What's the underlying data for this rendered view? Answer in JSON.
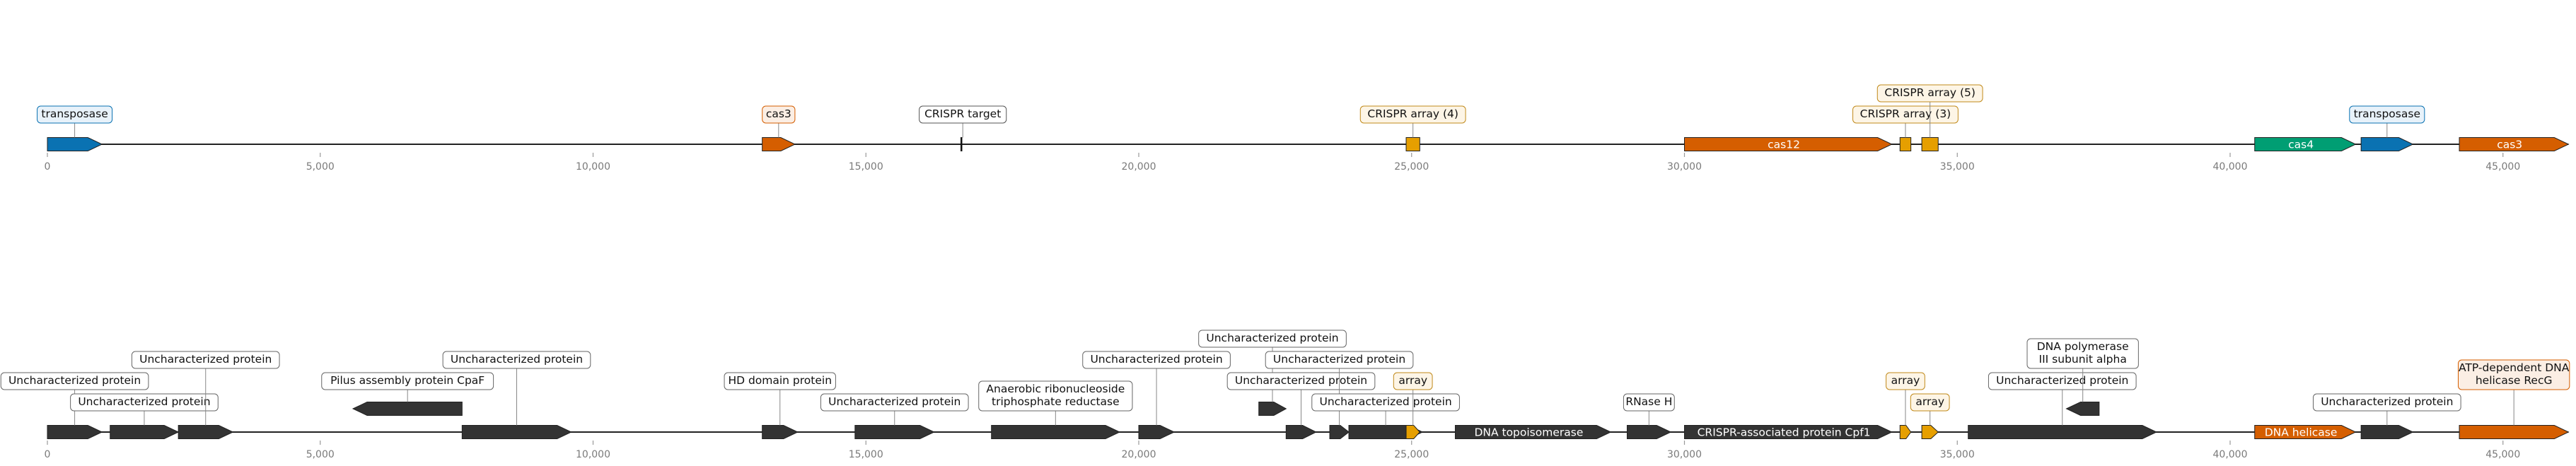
{
  "track1": {
    "ticks": [
      "0",
      "5,000",
      "10,000",
      "15,000",
      "20,000",
      "25,000",
      "30,000",
      "35,000",
      "40,000",
      "45,000"
    ],
    "features": [
      {
        "id": "t1-transposase-1",
        "start": 0,
        "end": 1000,
        "type": "gene",
        "color": "#0a72b2",
        "label": "transposase",
        "label_level": 0,
        "label_bg": "#e8f2fa",
        "label_border": "#0a72b2"
      },
      {
        "id": "t1-cas3-1",
        "start": 13100,
        "end": 13700,
        "type": "gene",
        "color": "#d55e00",
        "label": "cas3",
        "label_level": 0,
        "label_bg": "#fbeee4",
        "label_border": "#d55e00"
      },
      {
        "id": "t1-crispr-target",
        "start": 16750,
        "end": 16800,
        "type": "mark",
        "color": "#111111",
        "label": "CRISPR target",
        "label_level": 0,
        "label_bg": "#ffffff",
        "label_border": "#555555"
      },
      {
        "id": "t1-crispr-array-4",
        "start": 24900,
        "end": 25150,
        "type": "box",
        "color": "#e69f00",
        "label": "CRISPR array (4)",
        "label_level": 0,
        "label_bg": "#fdf5e6",
        "label_border": "#c18a1b"
      },
      {
        "id": "t1-cas12",
        "start": 30000,
        "end": 33800,
        "type": "gene",
        "color": "#d55e00",
        "label": "cas12",
        "inside": true,
        "text_color": "#ffffff"
      },
      {
        "id": "t1-crispr-array-3",
        "start": 33950,
        "end": 34150,
        "type": "box",
        "color": "#e69f00",
        "label": "CRISPR array (3)",
        "label_level": 0,
        "label_bg": "#fdf5e6",
        "label_border": "#c18a1b"
      },
      {
        "id": "t1-crispr-array-5",
        "start": 34350,
        "end": 34650,
        "type": "box",
        "color": "#e69f00",
        "label": "CRISPR array (5)",
        "label_level": 1,
        "label_bg": "#fdf5e6",
        "label_border": "#c18a1b"
      },
      {
        "id": "t1-cas4",
        "start": 40450,
        "end": 42300,
        "type": "gene",
        "color": "#009e73",
        "label": "cas4",
        "inside": true,
        "text_color": "#ffffff"
      },
      {
        "id": "t1-transposase-2",
        "start": 42400,
        "end": 43350,
        "type": "gene",
        "color": "#0a72b2",
        "label": "transposase",
        "label_level": 0,
        "label_bg": "#e8f2fa",
        "label_border": "#0a72b2"
      },
      {
        "id": "t1-cas3-2",
        "start": 44200,
        "end": 46200,
        "type": "gene",
        "color": "#d55e00",
        "label": "cas3",
        "inside": true,
        "text_color": "#ffffff"
      }
    ]
  },
  "track2": {
    "ticks": [
      "0",
      "5,000",
      "10,000",
      "15,000",
      "20,000",
      "25,000",
      "30,000",
      "35,000",
      "40,000",
      "45,000"
    ],
    "features": [
      {
        "id": "t2-unchar-1",
        "start": 0,
        "end": 1000,
        "type": "gene",
        "color": "#333333",
        "label": "Uncharacterized protein",
        "label_level": 1,
        "label_bg": "#ffffff",
        "label_border": "#666666"
      },
      {
        "id": "t2-unchar-2",
        "start": 1150,
        "end": 2400,
        "type": "gene",
        "color": "#333333",
        "label": "Uncharacterized protein",
        "label_level": 0,
        "label_bg": "#ffffff",
        "label_border": "#666666"
      },
      {
        "id": "t2-unchar-3",
        "start": 2400,
        "end": 3400,
        "type": "gene",
        "color": "#333333",
        "label": "Uncharacterized protein",
        "label_level": 2,
        "label_bg": "#ffffff",
        "label_border": "#666666"
      },
      {
        "id": "t2-pilus",
        "start": 5600,
        "end": 7600,
        "type": "gene",
        "dir": "-",
        "elev": 1,
        "color": "#333333",
        "label": "Pilus assembly protein CpaF",
        "label_level": 1,
        "label_bg": "#ffffff",
        "label_border": "#666666"
      },
      {
        "id": "t2-unchar-4",
        "start": 7600,
        "end": 9600,
        "type": "gene",
        "color": "#333333",
        "label": "Uncharacterized protein",
        "label_level": 2,
        "label_bg": "#ffffff",
        "label_border": "#666666"
      },
      {
        "id": "t2-hd-domain",
        "start": 13100,
        "end": 13750,
        "type": "gene",
        "color": "#333333",
        "label": "HD domain protein",
        "label_level": 1,
        "label_bg": "#ffffff",
        "label_border": "#666666"
      },
      {
        "id": "t2-unchar-5",
        "start": 14800,
        "end": 16250,
        "type": "gene",
        "color": "#333333",
        "label": "Uncharacterized protein",
        "label_level": 0,
        "label_bg": "#ffffff",
        "label_border": "#666666"
      },
      {
        "id": "t2-ribonucleoside",
        "start": 17300,
        "end": 19650,
        "type": "gene",
        "color": "#333333",
        "label": "Anaerobic ribonucleoside\ntriphosphate reductase",
        "label_level": 0,
        "label_bg": "#ffffff",
        "label_border": "#666666"
      },
      {
        "id": "t2-unchar-6",
        "start": 20000,
        "end": 20650,
        "type": "gene",
        "color": "#333333",
        "label": "Uncharacterized protein",
        "label_level": 2,
        "label_bg": "#ffffff",
        "label_border": "#666666"
      },
      {
        "id": "t2-unchar-7",
        "start": 22200,
        "end": 22700,
        "type": "gene",
        "elev": 1,
        "color": "#333333",
        "label": "Uncharacterized protein",
        "label_level": 3,
        "label_bg": "#ffffff",
        "label_border": "#666666"
      },
      {
        "id": "t2-unchar-8",
        "start": 22700,
        "end": 23250,
        "type": "gene",
        "color": "#333333",
        "label": "Uncharacterized protein",
        "label_level": 1,
        "label_bg": "#ffffff",
        "label_border": "#666666"
      },
      {
        "id": "t2-unchar-9",
        "start": 23500,
        "end": 23850,
        "type": "gene",
        "color": "#333333",
        "label": "Uncharacterized protein",
        "label_level": 2,
        "label_bg": "#ffffff",
        "label_border": "#666666"
      },
      {
        "id": "t2-unchar-10",
        "start": 23850,
        "end": 25200,
        "type": "gene",
        "color": "#333333",
        "label": "Uncharacterized protein",
        "label_level": 0,
        "label_bg": "#ffffff",
        "label_border": "#666666"
      },
      {
        "id": "t2-array-1",
        "start": 24900,
        "end": 25150,
        "type": "gene",
        "color": "#e69f00",
        "label": "array",
        "label_level": 1,
        "label_bg": "#fdf5e6",
        "label_border": "#c18a1b"
      },
      {
        "id": "t2-dna-topo",
        "start": 25800,
        "end": 28650,
        "type": "gene",
        "color": "#333333",
        "label": "DNA topoisomerase",
        "inside": true,
        "text_color": "#ffffff"
      },
      {
        "id": "t2-rnase-h",
        "start": 28950,
        "end": 29750,
        "type": "gene",
        "color": "#333333",
        "label": "RNase H",
        "label_level": 0,
        "label_bg": "#ffffff",
        "label_border": "#666666"
      },
      {
        "id": "t2-cpf1",
        "start": 30000,
        "end": 33800,
        "type": "gene",
        "color": "#333333",
        "label": "CRISPR-associated protein Cpf1",
        "inside": true,
        "text_color": "#ffffff"
      },
      {
        "id": "t2-array-2",
        "start": 33950,
        "end": 34150,
        "type": "gene",
        "color": "#e69f00",
        "label": "array",
        "label_level": 1,
        "label_bg": "#fdf5e6",
        "label_border": "#c18a1b"
      },
      {
        "id": "t2-array-3",
        "start": 34350,
        "end": 34650,
        "type": "gene",
        "color": "#e69f00",
        "label": "array",
        "label_level": 0,
        "label_bg": "#fdf5e6",
        "label_border": "#c18a1b"
      },
      {
        "id": "t2-unchar-11",
        "start": 35200,
        "end": 38650,
        "type": "gene",
        "color": "#333333",
        "label": "Uncharacterized protein",
        "label_level": 1,
        "label_bg": "#ffffff",
        "label_border": "#666666"
      },
      {
        "id": "t2-dna-pol",
        "start": 37000,
        "end": 37600,
        "type": "gene",
        "dir": "-",
        "elev": 1,
        "color": "#333333",
        "label": "DNA polymerase\nIII subunit alpha",
        "label_level": 2,
        "label_bg": "#ffffff",
        "label_border": "#666666"
      },
      {
        "id": "t2-dna-helicase",
        "start": 40450,
        "end": 42300,
        "type": "gene",
        "color": "#d55e00",
        "label": "DNA helicase",
        "inside": true,
        "text_color": "#ffffff"
      },
      {
        "id": "t2-unchar-12",
        "start": 42400,
        "end": 43350,
        "type": "gene",
        "color": "#333333",
        "label": "Uncharacterized protein",
        "label_level": 0,
        "label_bg": "#ffffff",
        "label_border": "#666666"
      },
      {
        "id": "t2-recg",
        "start": 44200,
        "end": 46200,
        "type": "gene",
        "color": "#d55e00",
        "label": "ATP-dependent DNA\nhelicase RecG",
        "label_level": 1,
        "label_bg": "#fbeee4",
        "label_border": "#d55e00"
      }
    ]
  }
}
